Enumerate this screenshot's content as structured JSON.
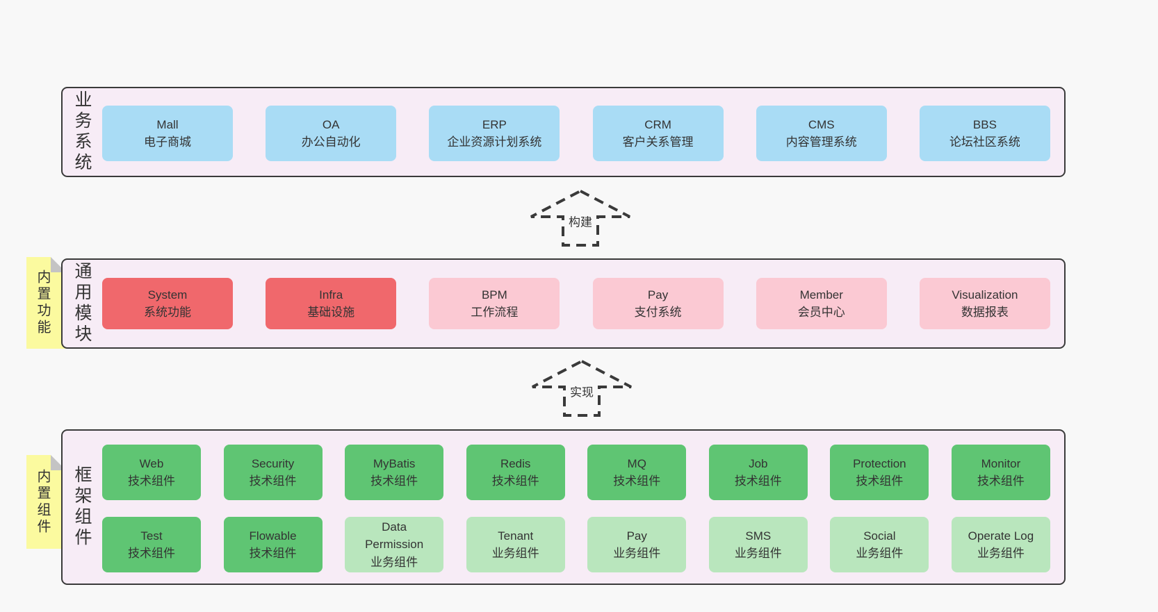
{
  "colors": {
    "page_bg": "#f8f8f8",
    "band_bg": "#f7ecf6",
    "band_border": "#3a3a3a",
    "node_blue": "#a9dcf5",
    "node_red": "#f0686c",
    "node_pink": "#fbc9d3",
    "node_green": "#5fc573",
    "node_light_green": "#b9e6bd",
    "sticky_yellow": "#fbfa9f",
    "sticky_fold_gray": "#c4c4c4"
  },
  "arrows": {
    "build": {
      "label": "构建"
    },
    "implement": {
      "label": "实现"
    }
  },
  "sections": {
    "business": {
      "side_label": "业务系统",
      "items": [
        {
          "en": "Mall",
          "zh": "电子商城",
          "variant": "blue"
        },
        {
          "en": "OA",
          "zh": "办公自动化",
          "variant": "blue"
        },
        {
          "en": "ERP",
          "zh": "企业资源计划系统",
          "variant": "blue"
        },
        {
          "en": "CRM",
          "zh": "客户关系管理",
          "variant": "blue"
        },
        {
          "en": "CMS",
          "zh": "内容管理系统",
          "variant": "blue"
        },
        {
          "en": "BBS",
          "zh": "论坛社区系统",
          "variant": "blue"
        }
      ]
    },
    "modules": {
      "side_label": "通用模块",
      "sticky": "内置功能",
      "items": [
        {
          "en": "System",
          "zh": "系统功能",
          "variant": "red"
        },
        {
          "en": "Infra",
          "zh": "基础设施",
          "variant": "red"
        },
        {
          "en": "BPM",
          "zh": "工作流程",
          "variant": "pink"
        },
        {
          "en": "Pay",
          "zh": "支付系统",
          "variant": "pink"
        },
        {
          "en": "Member",
          "zh": "会员中心",
          "variant": "pink"
        },
        {
          "en": "Visualization",
          "zh": "数据报表",
          "variant": "pink"
        }
      ]
    },
    "framework": {
      "side_label": "框架组件",
      "sticky": "内置组件",
      "rows": [
        [
          {
            "en": "Web",
            "zh": "技术组件",
            "variant": "green"
          },
          {
            "en": "Security",
            "zh": "技术组件",
            "variant": "green"
          },
          {
            "en": "MyBatis",
            "zh": "技术组件",
            "variant": "green"
          },
          {
            "en": "Redis",
            "zh": "技术组件",
            "variant": "green"
          },
          {
            "en": "MQ",
            "zh": "技术组件",
            "variant": "green"
          },
          {
            "en": "Job",
            "zh": "技术组件",
            "variant": "green"
          },
          {
            "en": "Protection",
            "zh": "技术组件",
            "variant": "green"
          },
          {
            "en": "Monitor",
            "zh": "技术组件",
            "variant": "green"
          }
        ],
        [
          {
            "en": "Test",
            "zh": "技术组件",
            "variant": "green"
          },
          {
            "en": "Flowable",
            "zh": "技术组件",
            "variant": "green"
          },
          {
            "en": "Data Permission",
            "zh": "业务组件",
            "variant": "lightgreen"
          },
          {
            "en": "Tenant",
            "zh": "业务组件",
            "variant": "lightgreen"
          },
          {
            "en": "Pay",
            "zh": "业务组件",
            "variant": "lightgreen"
          },
          {
            "en": "SMS",
            "zh": "业务组件",
            "variant": "lightgreen"
          },
          {
            "en": "Social",
            "zh": "业务组件",
            "variant": "lightgreen"
          },
          {
            "en": "Operate Log",
            "zh": "业务组件",
            "variant": "lightgreen"
          }
        ]
      ]
    }
  }
}
